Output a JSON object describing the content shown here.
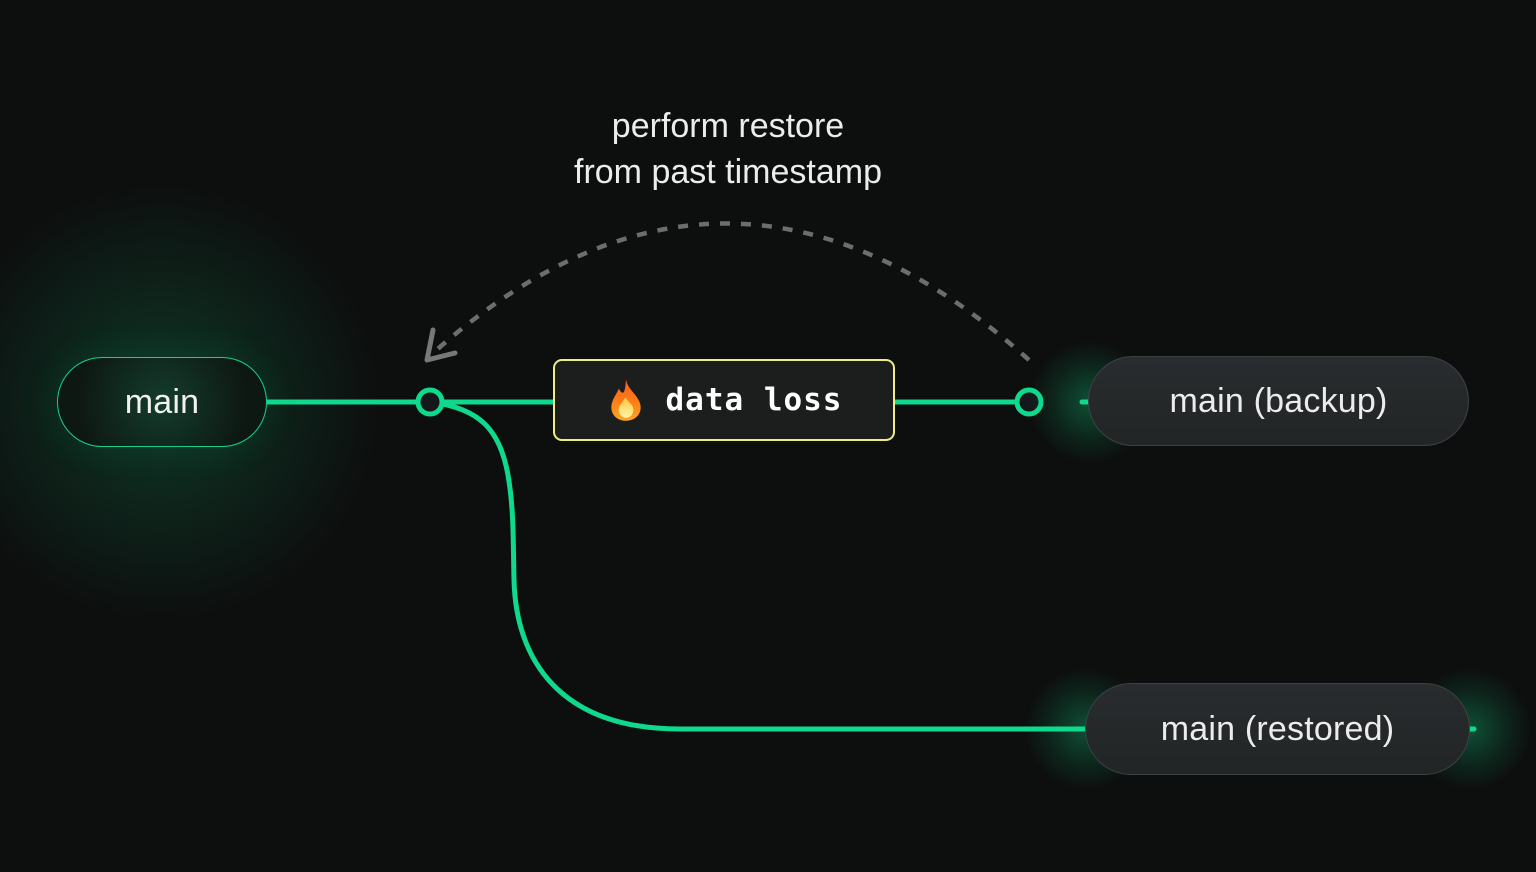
{
  "annotation": {
    "line1": "perform restore",
    "line2": "from past timestamp"
  },
  "nodes": {
    "main": {
      "label": "main"
    },
    "data_loss": {
      "label": "data loss",
      "icon": "fire-icon"
    },
    "main_backup": {
      "label": "main (backup)"
    },
    "main_restored": {
      "label": "main (restored)"
    }
  },
  "colors": {
    "background": "#0d0f0e",
    "branch_green": "#0fd98c",
    "loss_border_yellow": "#eeed85",
    "dashed_arc_gray": "#6d6d6d",
    "pill_background": "#25282a",
    "pill_border": "#3e4244",
    "text": "#ececec"
  }
}
